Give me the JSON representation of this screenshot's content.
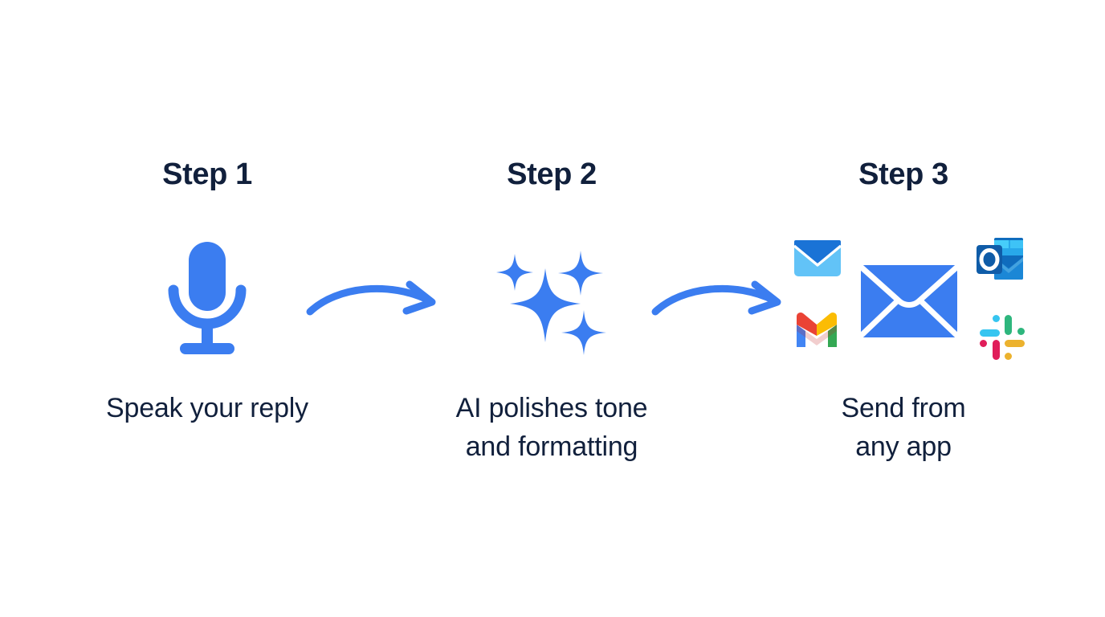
{
  "page": {
    "background_color": "#ffffff",
    "accent_blue": "#3b7df0",
    "text_color": "#11203c"
  },
  "steps": [
    {
      "heading": "Step 1",
      "caption_lines": [
        "Speak your reply"
      ],
      "icon": "microphone-icon",
      "icon_color": "#3b7df0"
    },
    {
      "heading": "Step 2",
      "caption_lines": [
        "AI polishes tone",
        "and formatting"
      ],
      "icon": "sparkles-icon",
      "icon_color": "#3b7df0"
    },
    {
      "heading": "Step 3",
      "caption_lines": [
        "Send from",
        "any app"
      ],
      "icon": "app-cluster",
      "apps": [
        {
          "name": "mail-envelope-icon",
          "color": "#5bb8f5"
        },
        {
          "name": "gmail-icon",
          "colors": [
            "#4285f4",
            "#ea4335",
            "#fbbc04",
            "#34a853"
          ]
        },
        {
          "name": "envelope-icon",
          "color": "#3b7df0"
        },
        {
          "name": "outlook-icon",
          "colors": [
            "#0f6cbd",
            "#28a8ea",
            "#ffffff"
          ]
        },
        {
          "name": "slack-icon",
          "colors": [
            "#36c5f0",
            "#2eb67d",
            "#ecb22e",
            "#e01e5a"
          ]
        }
      ]
    }
  ],
  "connectors": [
    {
      "name": "arrow-step1-to-step2",
      "color": "#3b7df0",
      "direction": "right"
    },
    {
      "name": "arrow-step2-to-step3",
      "color": "#3b7df0",
      "direction": "right"
    }
  ]
}
